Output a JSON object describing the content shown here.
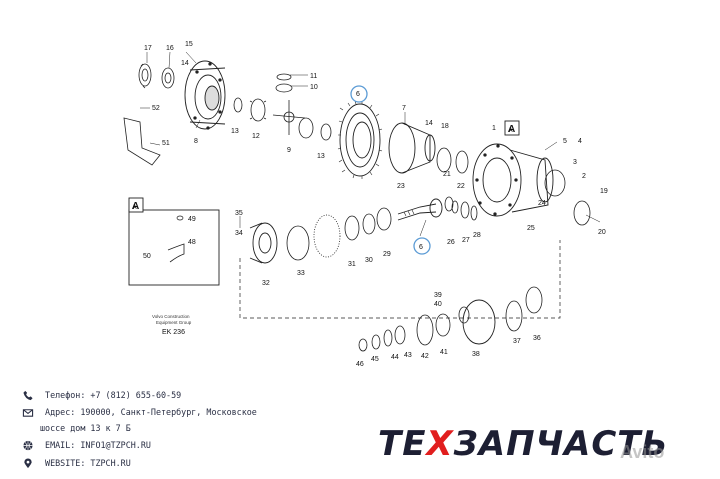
{
  "diagram": {
    "callouts": [
      "17",
      "16",
      "15",
      "14",
      "11",
      "10",
      "6",
      "8",
      "52",
      "13",
      "12",
      "9",
      "13",
      "51",
      "7",
      "14",
      "18",
      "A",
      "5",
      "4",
      "3",
      "2",
      "1",
      "19",
      "20",
      "21",
      "23",
      "22",
      "24",
      "25",
      "26",
      "27",
      "28",
      "A",
      "49",
      "48",
      "50",
      "35",
      "34",
      "33",
      "32",
      "31",
      "30",
      "29",
      "6",
      "40",
      "39",
      "38",
      "37",
      "36",
      "41",
      "42",
      "43",
      "44",
      "45",
      "46"
    ],
    "highlight_labels": [
      "6",
      "6"
    ],
    "inset_label": "A",
    "caption_line1": "Volvo Construction",
    "caption_line2": "Equipment Group",
    "caption_code": "EK 236",
    "highlight_color": "#5b9bd5"
  },
  "contacts": {
    "phone": "Телефон: +7 (812) 655-60-59",
    "address_line1": "Адрес: 190000, Санкт-Петербург, Московское",
    "address_line2": "шоссе дом 13 к 7 Б",
    "email": "EMAIL: INFO1@TZPCH.RU",
    "website": "WEBSITE: TZPCH.RU"
  },
  "brand": {
    "part1": "ТЕ",
    "part2": "Х",
    "part3": "ЗАПЧАСТЬ",
    "accent_color": "#e11e1e",
    "dark_color": "#1d1f33"
  },
  "watermark": "Avito"
}
